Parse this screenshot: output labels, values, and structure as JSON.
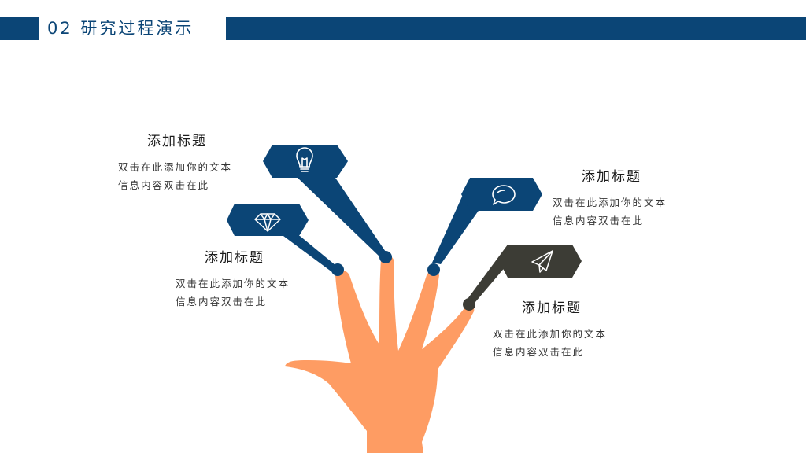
{
  "header": {
    "title": "02  研究过程演示",
    "color": "#0b4576"
  },
  "colors": {
    "navy": "#0b4576",
    "dark": "#3c3c35",
    "hand": "#fe9c63"
  },
  "items": [
    {
      "icon": "lightbulb-icon",
      "title": "添加标题",
      "body": "双击在此添加你的文本信息内容双击在此"
    },
    {
      "icon": "diamond-icon",
      "title": "添加标题",
      "body": "双击在此添加你的文本信息内容双击在此"
    },
    {
      "icon": "chat-bubble-icon",
      "title": "添加标题",
      "body": "双击在此添加你的文本信息内容双击在此"
    },
    {
      "icon": "paper-plane-icon",
      "title": "添加标题",
      "body": "双击在此添加你的文本信息内容双击在此"
    }
  ]
}
